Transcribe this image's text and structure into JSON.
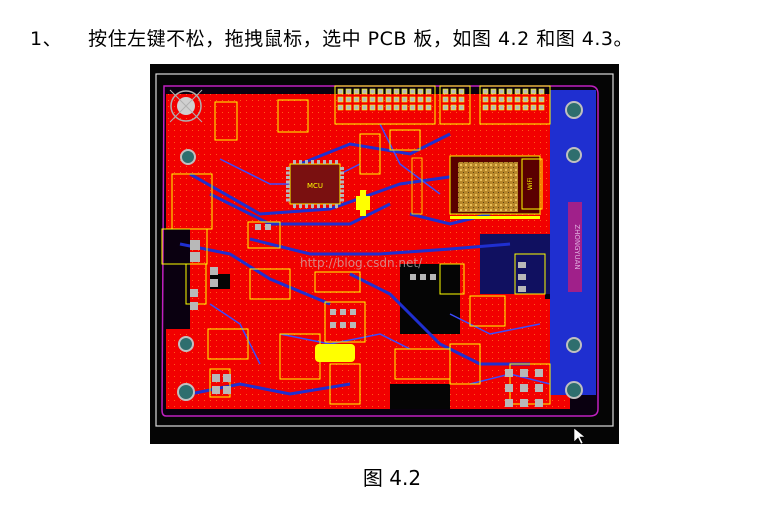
{
  "instruction": {
    "number": "1、",
    "text": "按住左键不松，拖拽鼠标，选中 PCB 板，如图 4.2 和图 4.3。"
  },
  "figure": {
    "caption": "图 4.2",
    "watermark": "http://blog.csdn.net/",
    "ic_label": "MCU",
    "module_label": "WiFi",
    "side_label": "ZHONGYUAN",
    "colors": {
      "background": "#050505",
      "copper_top": "#f20000",
      "copper_bottom": "#1f2fd0",
      "silkscreen": "#ffff00",
      "board_outline": "#c020c0",
      "pad": "#b8b8b8",
      "selection": "#dcdcdc"
    }
  }
}
